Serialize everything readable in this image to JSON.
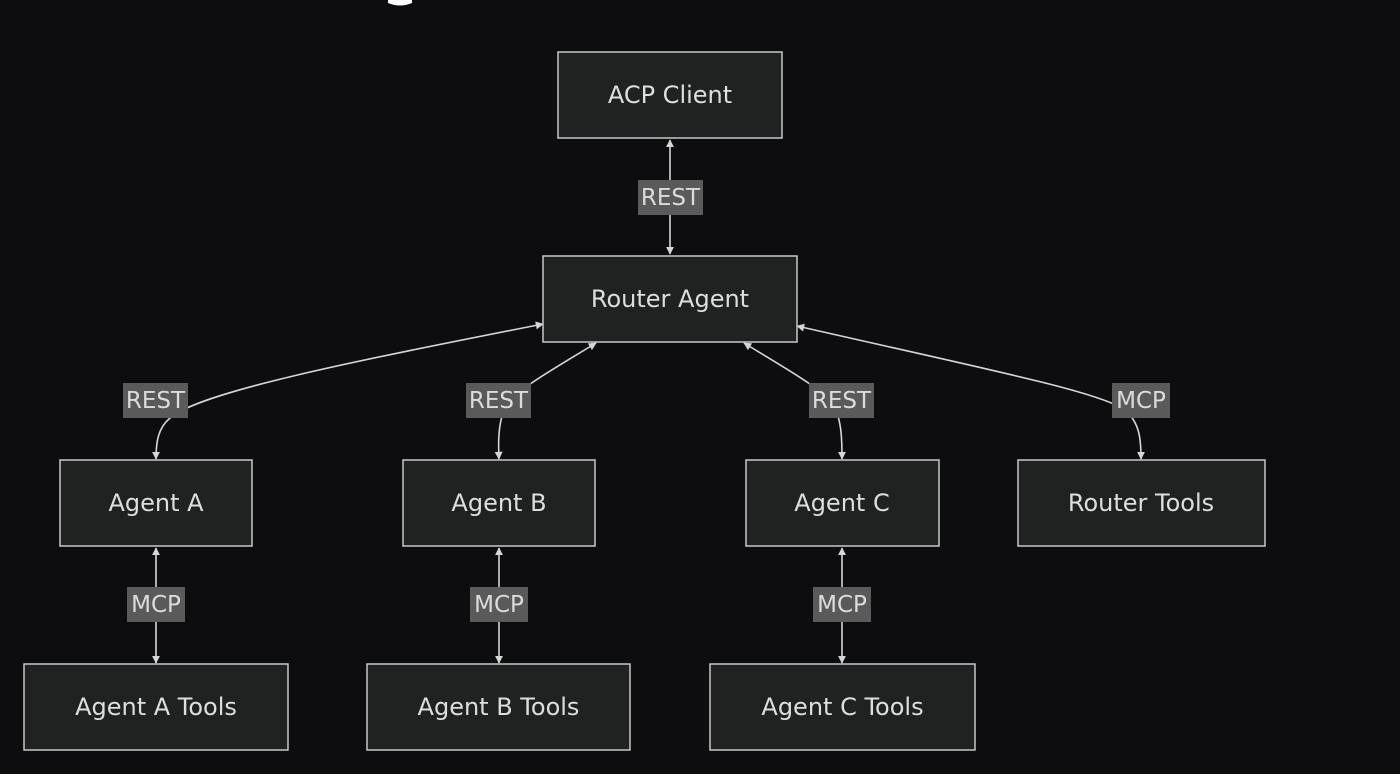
{
  "diagram": {
    "background": "#0d0d0f",
    "node_fill": "#202222",
    "node_border": "#c8c8c8",
    "label_fill": "#5a5a5a",
    "edge_color": "#d6d6d6",
    "nodes": {
      "acp_client": "ACP Client",
      "router_agent": "Router Agent",
      "agent_a": "Agent A",
      "agent_b": "Agent B",
      "agent_c": "Agent C",
      "router_tools": "Router Tools",
      "agent_a_tools": "Agent A Tools",
      "agent_b_tools": "Agent B Tools",
      "agent_c_tools": "Agent C Tools"
    },
    "edges": {
      "client_router": "REST",
      "router_agent_a": "REST",
      "router_agent_b": "REST",
      "router_agent_c": "REST",
      "router_router_tools": "MCP",
      "agent_a_tools": "MCP",
      "agent_b_tools": "MCP",
      "agent_c_tools": "MCP"
    }
  }
}
